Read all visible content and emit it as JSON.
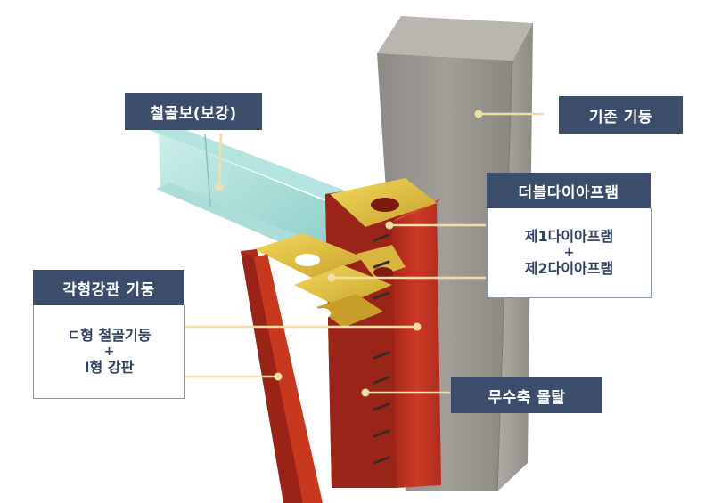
{
  "labels": {
    "steel_beam": "철골보(보강)",
    "existing_column": "기존 기둥",
    "double_diaphragm": "더블다이아프램",
    "diaphragm_line1": "제1다이아프램",
    "diaphragm_plus": "+",
    "diaphragm_line2": "제2다이아프램",
    "square_tube_column": "각형강관 기둥",
    "column_line1": "ㄷ형 철골기둥",
    "column_plus": "+",
    "column_line2": "I형 강판",
    "mortar": "무수축 몰탈"
  },
  "colors": {
    "label_bg": "#3b4d6b",
    "label_text": "#ffffff",
    "box_text": "#2f3f5c",
    "leader_line": "#f1dfa8",
    "concrete": "#9a9691",
    "steel_red": "#c0311f",
    "diaphragm_yellow": "#e3c545",
    "beam_teal": "#8fd2cc"
  }
}
